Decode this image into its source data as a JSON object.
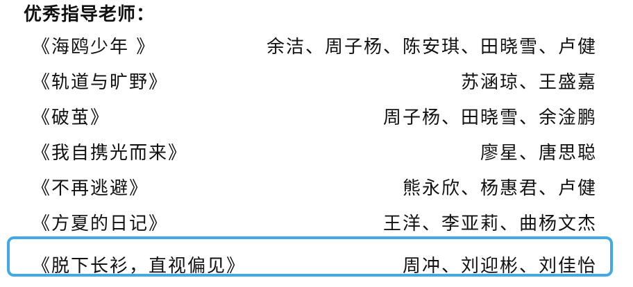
{
  "heading": "优秀指导老师：",
  "entries": [
    {
      "title": "《海鸥少年 》",
      "names": "余洁、周子杨、陈安琪、田晓雪、卢健"
    },
    {
      "title": "《轨道与旷野》",
      "names": "苏涵琼、王盛嘉"
    },
    {
      "title": "《破茧》",
      "names": "周子杨、田晓雪、余淦鹏"
    },
    {
      "title": "《我自携光而来》",
      "names": "廖星、唐思聪"
    },
    {
      "title": "《不再逃避》",
      "names": "熊永欣、杨惠君、卢健"
    },
    {
      "title": "《方夏的日记》",
      "names": "王洋、李亚莉、曲杨文杰"
    },
    {
      "title": "《脱下长衫，直视偏见》",
      "names": "周冲、刘迎彬、刘佳怡"
    }
  ],
  "colors": {
    "highlight_border": "#41a9e8",
    "text": "#111111"
  }
}
